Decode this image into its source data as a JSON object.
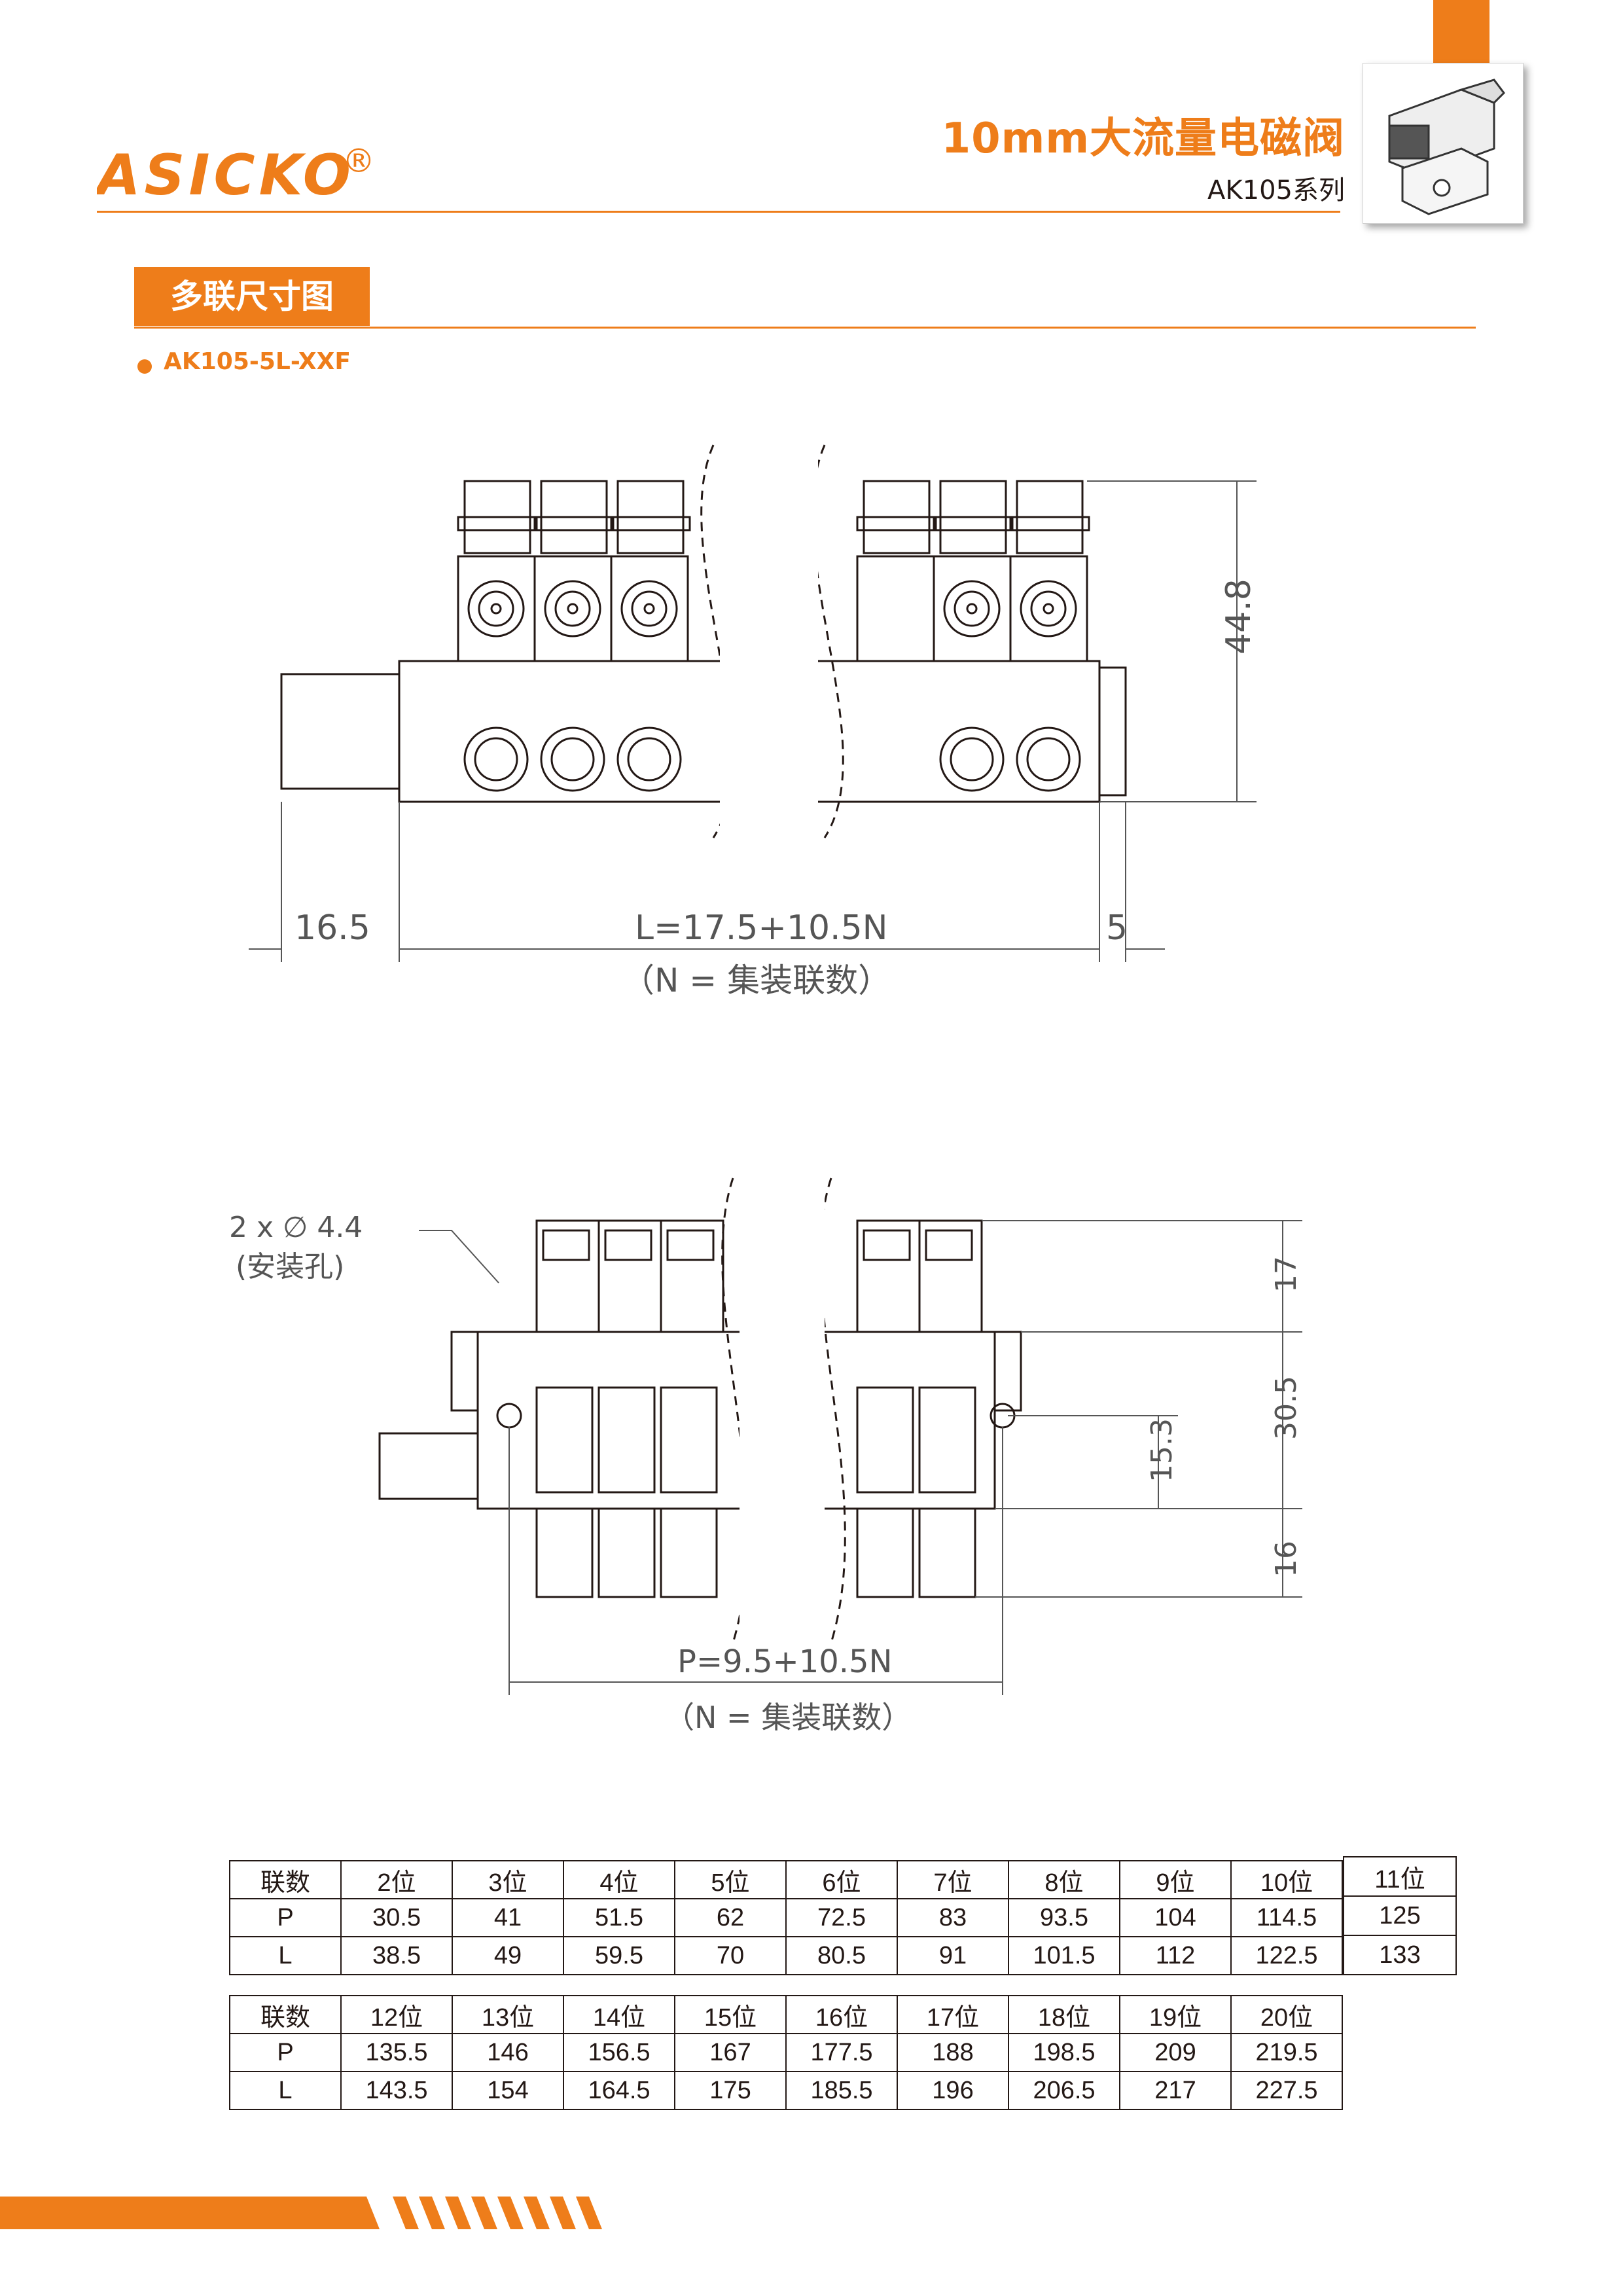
{
  "header": {
    "brand": "ASICKO",
    "registered_mark": "®",
    "product_title": "10mm大流量电磁阀",
    "series": "AK105系列",
    "accent_color": "#ee7d1a"
  },
  "section": {
    "title": "多联尺寸图",
    "model": "AK105-5L-XXF"
  },
  "drawing_front": {
    "height_dim": "44.8",
    "left_dim": "16.5",
    "length_formula": "L=17.5+10.5N",
    "length_note": "（N = 集装联数）",
    "right_dim": "5"
  },
  "drawing_top": {
    "hole_label": "2 x ∅ 4.4",
    "hole_note": "(安装孔)",
    "dim_17": "17",
    "dim_30_5": "30.5",
    "dim_15_3": "15.3",
    "dim_16": "16",
    "pitch_formula": "P=9.5+10.5N",
    "pitch_note": "（N = 集装联数）"
  },
  "table1": {
    "header": [
      "联数",
      "2位",
      "3位",
      "4位",
      "5位",
      "6位",
      "7位",
      "8位",
      "9位",
      "10位"
    ],
    "rows": [
      [
        "P",
        "30.5",
        "41",
        "51.5",
        "62",
        "72.5",
        "83",
        "93.5",
        "104",
        "114.5"
      ],
      [
        "L",
        "38.5",
        "49",
        "59.5",
        "70",
        "80.5",
        "91",
        "101.5",
        "112",
        "122.5"
      ]
    ],
    "extra": [
      "11位",
      "125",
      "133"
    ]
  },
  "table2": {
    "header": [
      "联数",
      "12位",
      "13位",
      "14位",
      "15位",
      "16位",
      "17位",
      "18位",
      "19位",
      "20位"
    ],
    "rows": [
      [
        "P",
        "135.5",
        "146",
        "156.5",
        "167",
        "177.5",
        "188",
        "198.5",
        "209",
        "219.5"
      ],
      [
        "L",
        "143.5",
        "154",
        "164.5",
        "175",
        "185.5",
        "196",
        "206.5",
        "217",
        "227.5"
      ]
    ]
  }
}
